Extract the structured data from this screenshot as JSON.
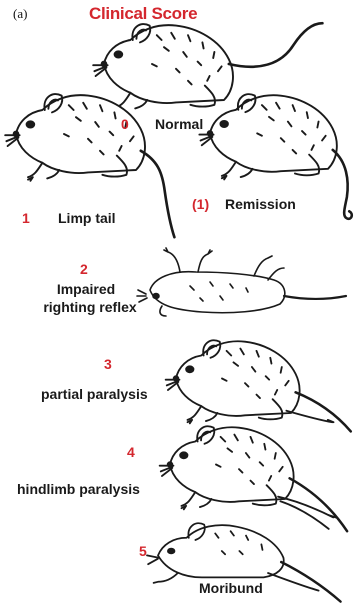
{
  "panel_label": "(a)",
  "title": "Clinical Score",
  "colors": {
    "accent": "#d4272e",
    "ink": "#1a1a1a"
  },
  "stages": [
    {
      "score": "0",
      "label": "Normal"
    },
    {
      "score": "1",
      "label": "Limp tail"
    },
    {
      "score": "(1)",
      "label": "Remission"
    },
    {
      "score": "2",
      "label_lines": [
        "Impaired",
        "righting reflex"
      ]
    },
    {
      "score": "3",
      "label": "partial paralysis"
    },
    {
      "score": "4",
      "label": "hindlimb paralysis"
    },
    {
      "score": "5",
      "label": "Moribund"
    }
  ]
}
